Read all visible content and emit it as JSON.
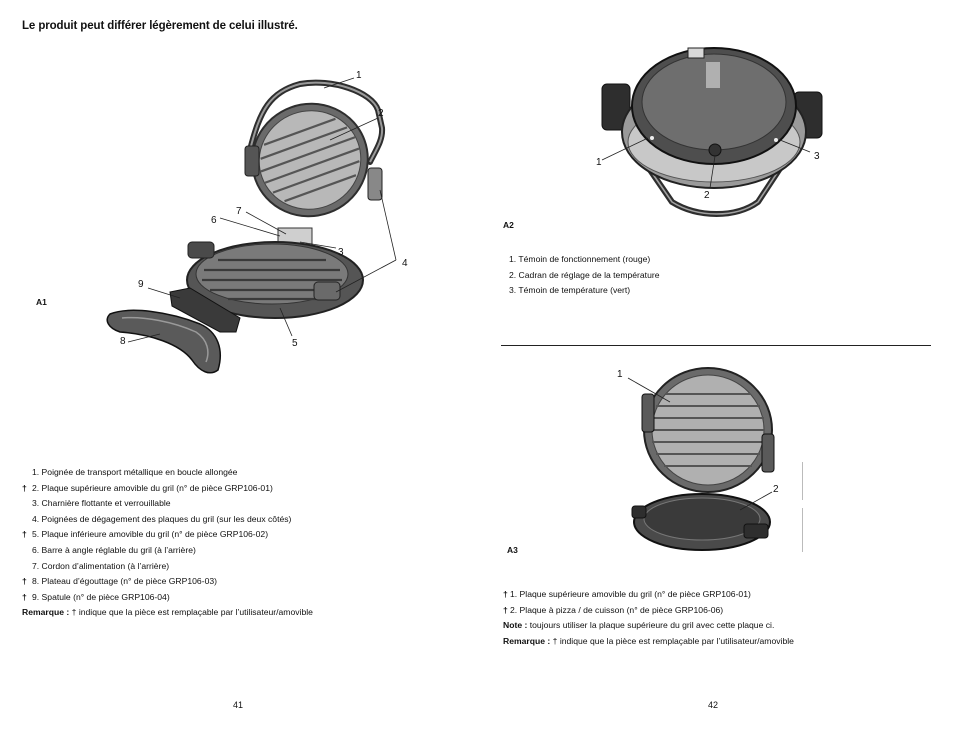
{
  "heading": "Le produit peut différer légèrement de celui illustré.",
  "fig_a1": {
    "label": "A1",
    "callouts": [
      "1",
      "2",
      "3",
      "4",
      "5",
      "6",
      "7",
      "8",
      "9"
    ],
    "items": [
      {
        "dagger": "",
        "text": "1.  Poignée de transport métallique en boucle allongée"
      },
      {
        "dagger": "†",
        "text": "2. Plaque supérieure amovible du gril (n° de pièce GRP106-01)"
      },
      {
        "dagger": "",
        "text": "3.  Charnière flottante et verrouillable"
      },
      {
        "dagger": "",
        "text": "4.  Poignées de dégagement des plaques du gril (sur les deux côtés)"
      },
      {
        "dagger": "†",
        "text": "5. Plaque inférieure amovible du gril (n° de pièce GRP106-02)"
      },
      {
        "dagger": "",
        "text": "6. Barre à angle réglable du gril (à l’arrière)"
      },
      {
        "dagger": "",
        "text": "7. Cordon d’alimentation (à l’arrière)"
      },
      {
        "dagger": "†",
        "text": "8. Plateau d’égouttage (n° de pièce GRP106-03)"
      },
      {
        "dagger": "†",
        "text": "9. Spatule (n° de pièce GRP106-04)"
      }
    ],
    "remark_label": "Remarque :",
    "remark_text": "† indique que la pièce est remplaçable par l’utilisateur/amovible"
  },
  "fig_a2": {
    "label": "A2",
    "callouts": [
      "1",
      "2",
      "3"
    ],
    "items": [
      "1.   Témoin de fonctionnement (rouge)",
      "2.   Cadran de réglage de la température",
      "3.   Témoin de température (vert)"
    ]
  },
  "fig_a3": {
    "label": "A3",
    "callouts": [
      "1",
      "2"
    ],
    "items": [
      {
        "dagger": "†",
        "text": "1.     Plaque supérieure amovible du gril (n° de pièce GRP106-01)"
      },
      {
        "dagger": "†",
        "text": "2.     Plaque à pizza / de cuisson (n° de pièce GRP106-06)"
      }
    ],
    "note_label": "Note :",
    "note_text": "toujours utiliser la plaque supérieure du gril avec cette plaque ci.",
    "remark_label": "Remarque :",
    "remark_text": "† indique que la pièce est remplaçable par l’utilisateur/amovible"
  },
  "page_numbers": [
    "41",
    "42"
  ],
  "colors": {
    "text": "#111111",
    "illustration_dark": "#3a3a3a",
    "illustration_mid": "#8a8a8a",
    "illustration_light": "#d4d4d4"
  }
}
